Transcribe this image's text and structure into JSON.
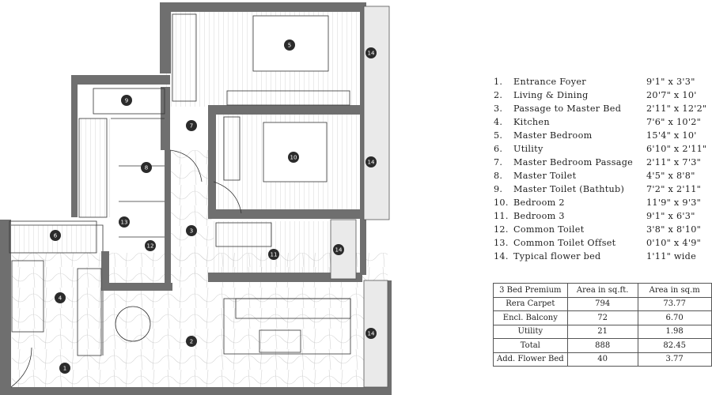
{
  "legend": [
    {
      "num": "1.",
      "name": "Entrance Foyer",
      "dim": "9'1\" x 3'3\""
    },
    {
      "num": "2.",
      "name": "Living & Dining",
      "dim": "20'7\" x 10'"
    },
    {
      "num": "3.",
      "name": "Passage to Master Bed",
      "dim": "2'11\" x 12'2\""
    },
    {
      "num": "4.",
      "name": "Kitchen",
      "dim": "7'6\" x 10'2\""
    },
    {
      "num": "5.",
      "name": "Master Bedroom",
      "dim": "15'4\" x 10'"
    },
    {
      "num": "6.",
      "name": "Utility",
      "dim": "6'10\" x 2'11\""
    },
    {
      "num": "7.",
      "name": "Master Bedroom Passage",
      "dim": "2'11\" x 7'3\""
    },
    {
      "num": "8.",
      "name": "Master Toilet",
      "dim": "4'5\" x 8'8\""
    },
    {
      "num": "9.",
      "name": "Master Toilet (Bathtub)",
      "dim": "7'2\" x 2'11\""
    },
    {
      "num": "10.",
      "name": "Bedroom 2",
      "dim": "11'9\" x 9'3\""
    },
    {
      "num": "11.",
      "name": "Bedroom 3",
      "dim": "9'1\" x 6'3\""
    },
    {
      "num": "12.",
      "name": "Common Toilet",
      "dim": "3'8\" x 8'10\""
    },
    {
      "num": "13.",
      "name": "Common Toilet Offset",
      "dim": "0'10\" x 4'9\""
    },
    {
      "num": "14.",
      "name": "Typical flower bed",
      "dim": "1'11\" wide"
    }
  ],
  "area_table": {
    "headers": [
      "3 Bed Premium",
      "Area in sq.ft.",
      "Area in sq.m"
    ],
    "rows": [
      [
        "Rera Carpet",
        "794",
        "73.77"
      ],
      [
        "Encl. Balcony",
        "72",
        "6.70"
      ],
      [
        "Utility",
        "21",
        "1.98"
      ],
      [
        "Total",
        "888",
        "82.45"
      ],
      [
        "Add. Flower Bed",
        "40",
        "3.77"
      ]
    ]
  },
  "room_markers": [
    "1",
    "2",
    "3",
    "4",
    "5",
    "6",
    "7",
    "8",
    "9",
    "10",
    "11",
    "12",
    "13",
    "14",
    "14",
    "14",
    "14"
  ],
  "colors": {
    "wall": "#6f6f6f",
    "marker": "#2b2b2b",
    "flowerbed": "#eaeaea",
    "line": "#333333"
  }
}
